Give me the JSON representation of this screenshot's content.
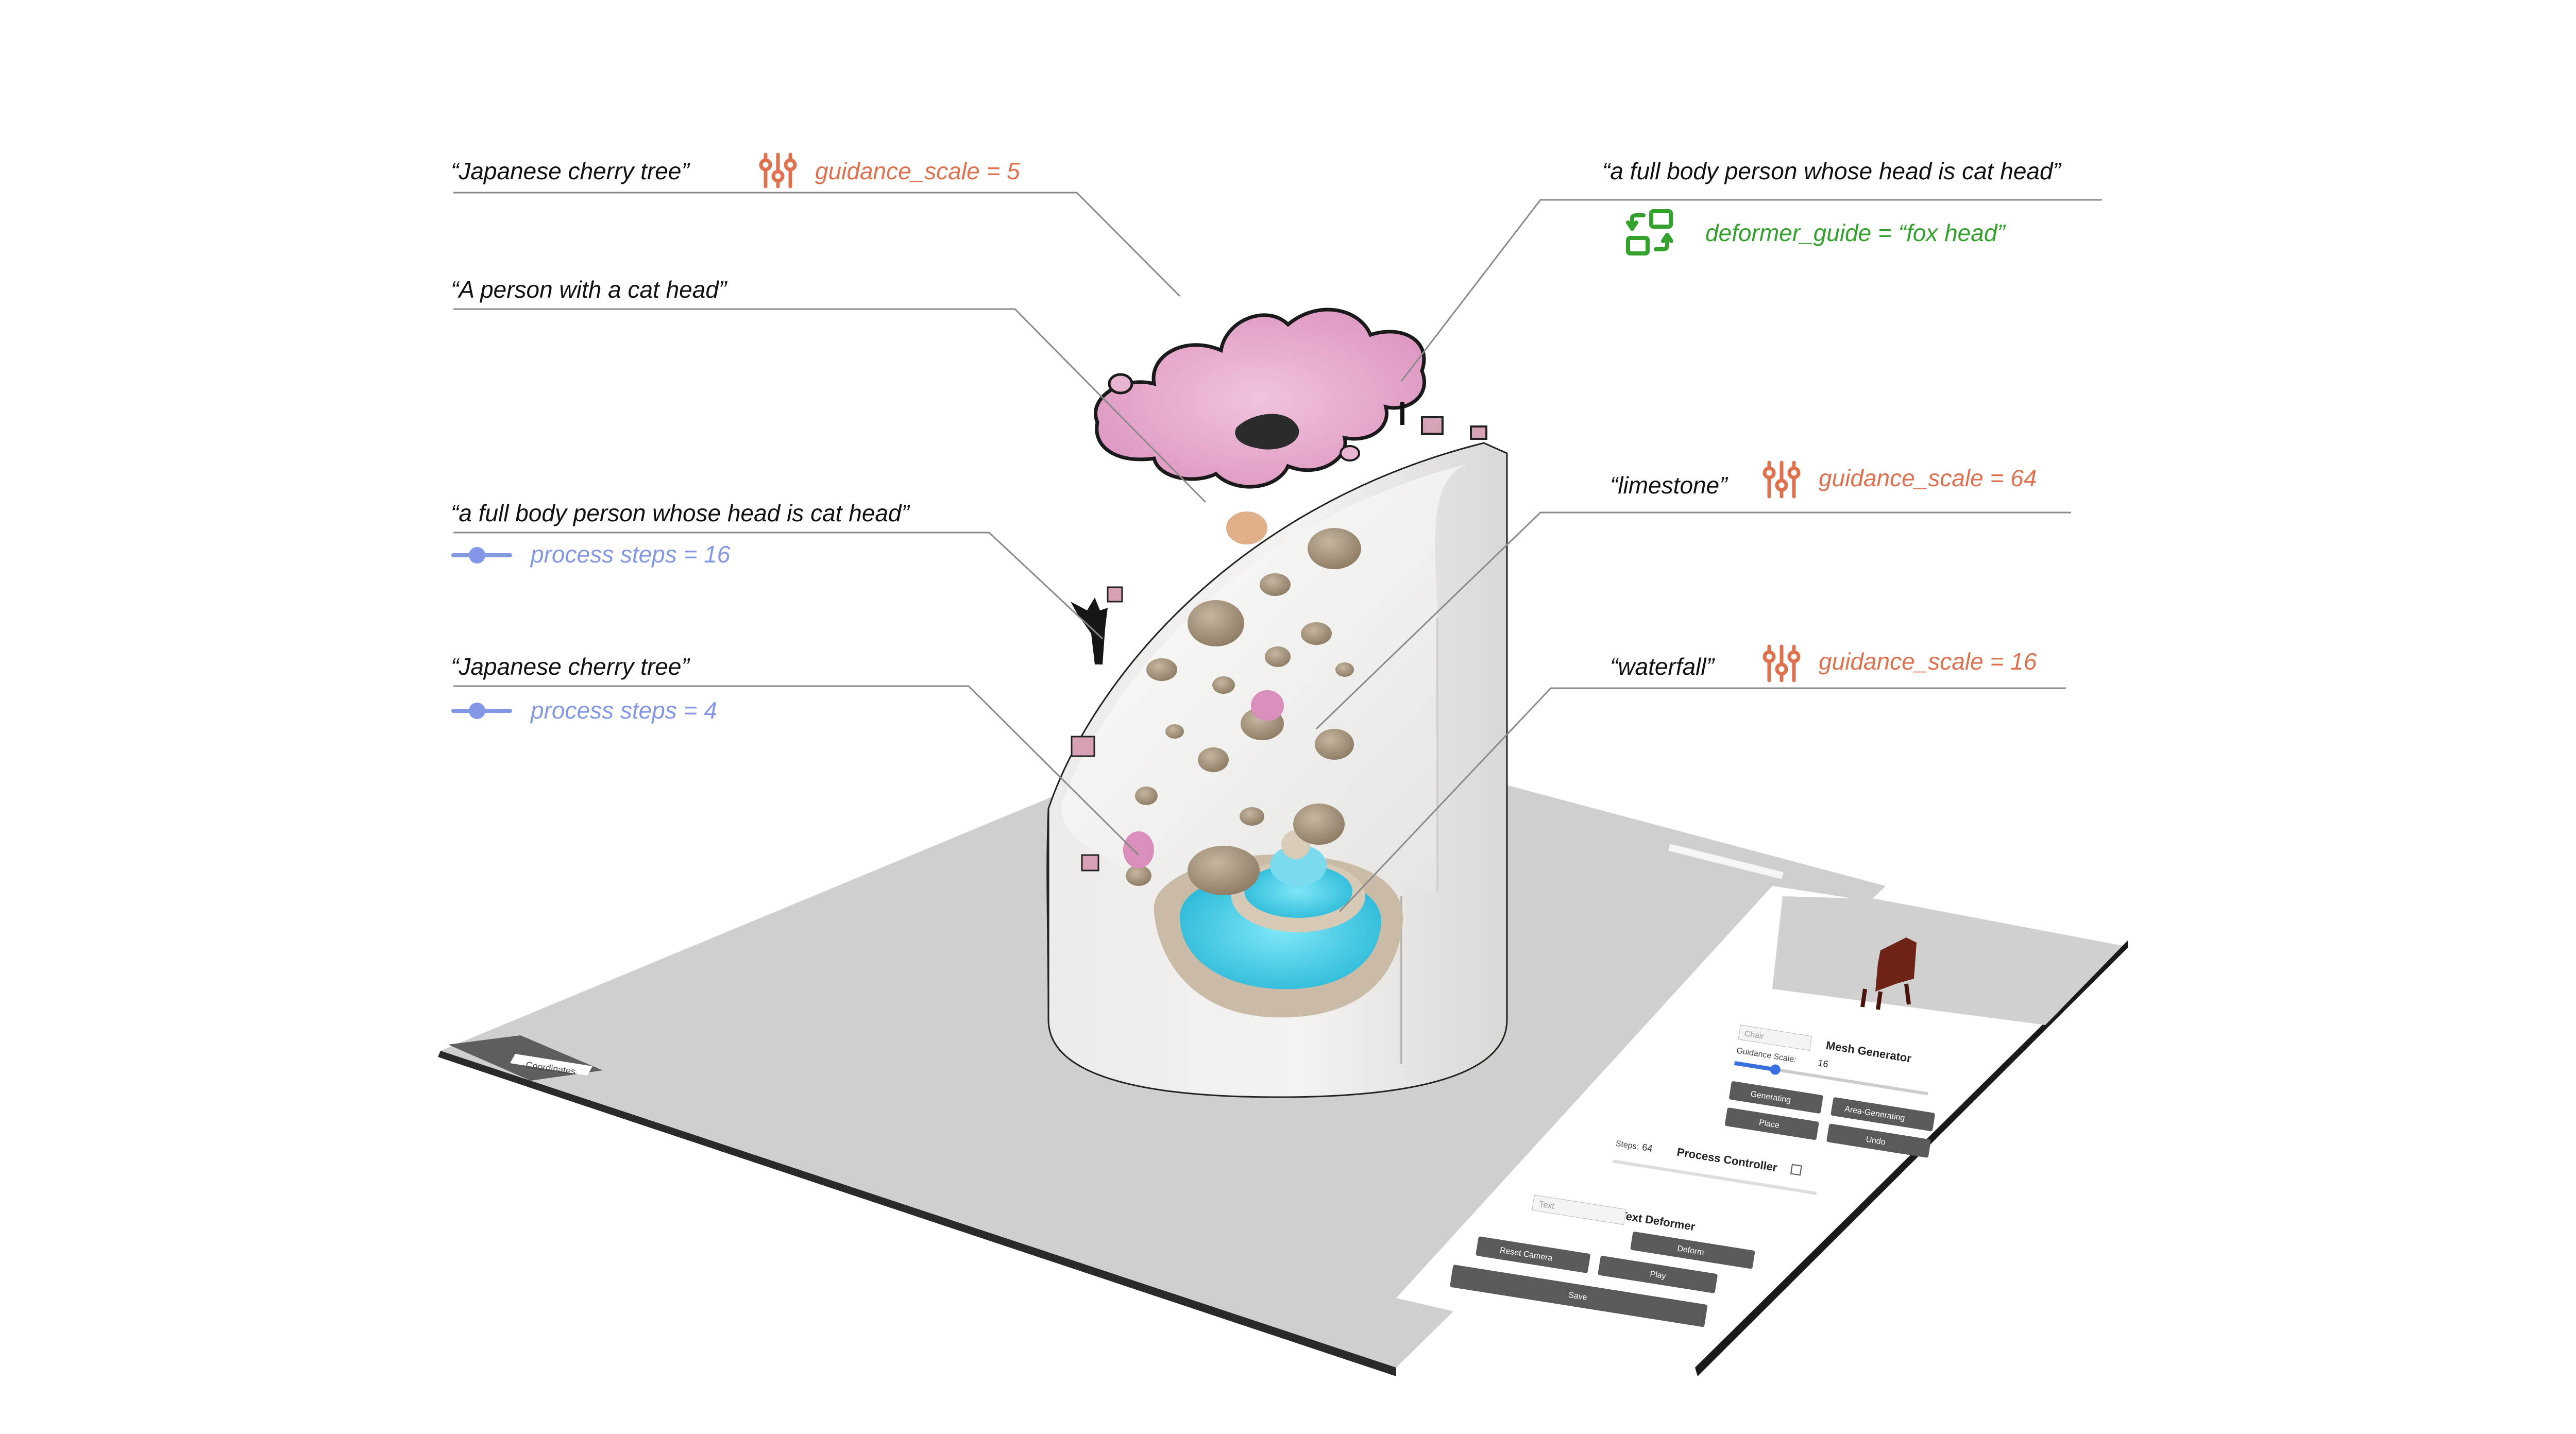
{
  "colors": {
    "red": "#e0714f",
    "blue": "#8497e6",
    "green": "#34a12c",
    "prompt": "#111111",
    "floor": "#cfcfcf",
    "panel_button": "#5a5a5a"
  },
  "annotations": {
    "cherry_top": {
      "prompt": "“Japanese cherry tree”",
      "param": "guidance_scale = 5",
      "icon": "sliders-icon"
    },
    "person_cat": {
      "prompt": "“A person  with a cat head”"
    },
    "fullbody_left": {
      "prompt": "“a full body person whose head is cat head”",
      "param": "process steps = 16",
      "icon": "slider-icon"
    },
    "cherry_low": {
      "prompt": "“Japanese cherry tree”",
      "param": "process steps = 4",
      "icon": "slider-icon"
    },
    "fullbody_right": {
      "prompt": "“a full body person whose head is cat head”",
      "param": "deformer_guide = “fox head”",
      "icon": "refresh-frame-icon"
    },
    "limestone": {
      "prompt": "“limestone”",
      "param": "guidance_scale = 64",
      "icon": "sliders-icon"
    },
    "waterfall": {
      "prompt": "“waterfall”",
      "param": "guidance_scale = 16",
      "icon": "sliders-icon"
    }
  },
  "panel": {
    "mesh_generator": {
      "title": "Mesh Generator",
      "prompt_placeholder": "Chair",
      "guidance_label": "Guidance Scale:",
      "guidance_value": "16",
      "buttons": [
        "Generating",
        "Area-Generating",
        "Place",
        "Undo"
      ]
    },
    "process_controller": {
      "title": "Process Controller",
      "steps_label": "Steps:",
      "steps_value": "64"
    },
    "text_deformer": {
      "title": "Text Deformer",
      "input_placeholder": "Text",
      "deform_button": "Deform"
    },
    "reset_camera_button": "Reset Camera",
    "play_button": "Play",
    "save_button": "Save",
    "bottom_left_label": "Coordinates"
  }
}
